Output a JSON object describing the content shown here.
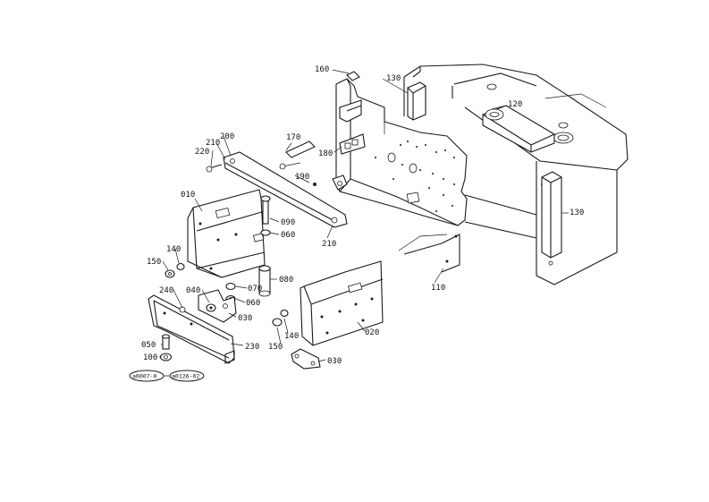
{
  "diagram": {
    "part_labels": {
      "p160": "160",
      "p130a": "130",
      "p120": "120",
      "p130b": "130",
      "p170": "170",
      "p210a": "210",
      "p200": "200",
      "p220": "220",
      "p180": "180",
      "p190": "190",
      "p010": "010",
      "p090": "090",
      "p060a": "060",
      "p210b": "210",
      "p140a": "140",
      "p150a": "150",
      "p080": "080",
      "p070": "070",
      "p060b": "060",
      "p240": "240",
      "p040": "040",
      "p030a": "030",
      "p110": "110",
      "p020": "020",
      "p230": "230",
      "p140b": "140",
      "p150b": "150",
      "p050": "050",
      "p100": "100",
      "p030b": "030"
    },
    "reference_tags": {
      "ref_a": "a0007-0",
      "ref_b": "a0126-02"
    }
  }
}
